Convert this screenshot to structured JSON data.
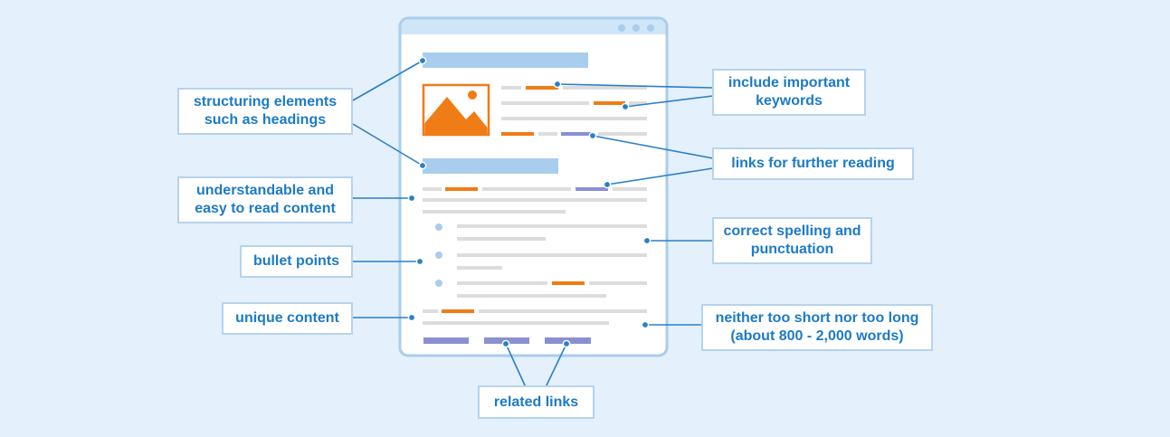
{
  "colors": {
    "background": "#e4f0fb",
    "window_border": "#a9cdec",
    "window_bar": "#cfe5f8",
    "heading_bar": "#a9cdec",
    "text_line": "#dcdcdc",
    "keyword": "#f07c16",
    "link": "#8b8fd2",
    "connector": "#2a7fc9",
    "label_text": "#1c7ac7"
  },
  "icons": {
    "window_controls": "three-dot-icon",
    "image_placeholder": "image-icon"
  },
  "labels": {
    "structuring": "structuring elements\nsuch as headings",
    "understandable": "understandable and\neasy to read content",
    "bullets": "bullet points",
    "unique": "unique content",
    "keywords": "include important\nkeywords",
    "further_reading": "links for further reading",
    "spelling": "correct spelling and\npunctuation",
    "length": "neither too short nor too long\n(about 800 - 2,000 words)",
    "related": "related links"
  }
}
